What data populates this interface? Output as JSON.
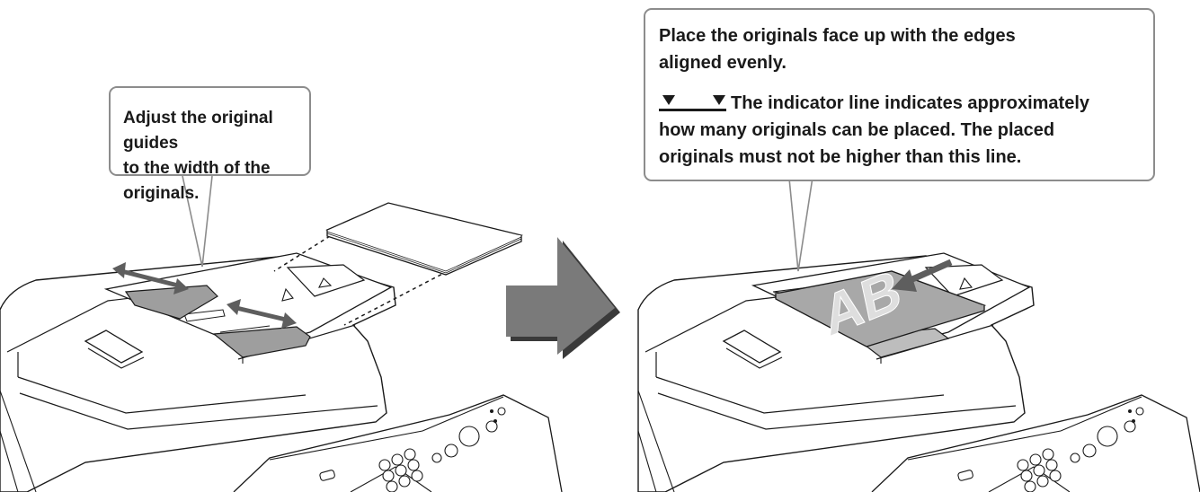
{
  "callout_left": {
    "lines": [
      "Adjust the original guides",
      "to the width of the originals."
    ]
  },
  "callout_right": {
    "line1": "Place the originals face up with the edges",
    "line2": "aligned evenly.",
    "indicator_text": "The indicator line indicates approximately",
    "line4": "how many originals can be placed. The placed",
    "line5": "originals must not be higher than this line."
  },
  "sheet_letters": "AB",
  "colors": {
    "outline": "#1a1a1a",
    "guide_gray": "#9e9e9e",
    "arrow_gray": "#5e5e5e",
    "callout_border": "#8c8c8c"
  }
}
